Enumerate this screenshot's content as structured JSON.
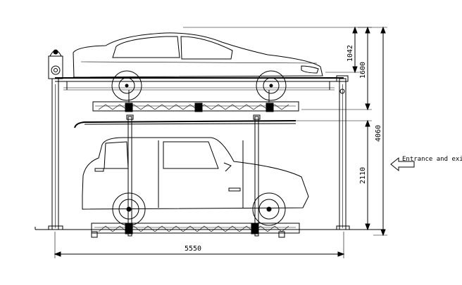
{
  "dimensions": {
    "width_total": "5550",
    "upper_car_height": "1042",
    "upper_clearance": "1600",
    "lower_clearance": "2110",
    "overall_height": "4060"
  },
  "annotations": {
    "entrance_label": "Entrance and exit"
  },
  "icons": {
    "entrance_arrow": "left-arrow-icon"
  }
}
